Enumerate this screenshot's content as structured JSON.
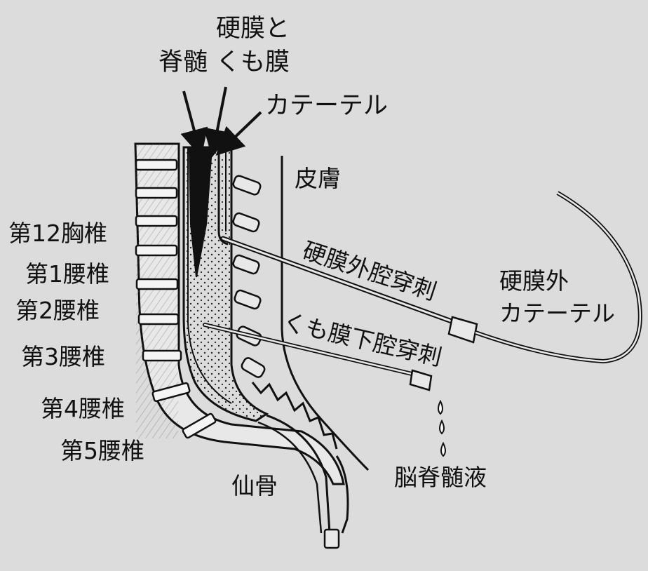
{
  "labels": {
    "dura_arachnoid_line1": "硬膜と",
    "dura_arachnoid_line2": "くも膜",
    "spinal_cord": "脊髄",
    "catheter_top": "カテーテル",
    "skin": "皮膚",
    "t12": "第12胸椎",
    "l1": "第1腰椎",
    "l2": "第2腰椎",
    "l3": "第3腰椎",
    "l4": "第4腰椎",
    "l5": "第5腰椎",
    "sacrum": "仙骨",
    "epidural_puncture": "硬膜外腔穿刺",
    "epidural_catheter_line1": "硬膜外",
    "epidural_catheter_line2": "カテーテル",
    "subarachnoid_puncture": "くも膜下腔穿刺",
    "csf": "脳脊髄液"
  },
  "colors": {
    "background": "#dcdcdc",
    "line": "#111111",
    "bone_fill": "#e8e8e8",
    "cord_fill": "#111111",
    "csf_fill": "#f0f0f0"
  }
}
